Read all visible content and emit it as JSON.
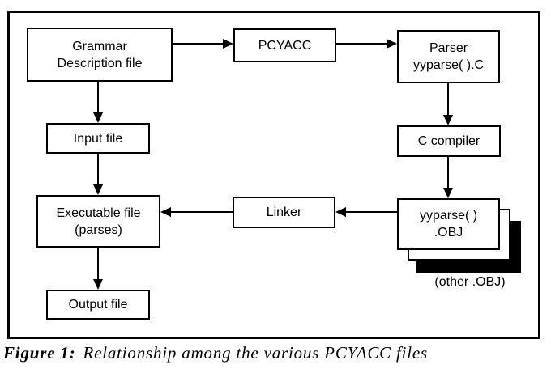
{
  "figure": {
    "caption_label": "Figure 1:",
    "caption_text": "Relationship among the various PCYACC files"
  },
  "diagram": {
    "nodes": {
      "grammar": {
        "lines": [
          "Grammar",
          "Description file"
        ]
      },
      "pcyacc": {
        "lines": [
          "PCYACC"
        ]
      },
      "parser": {
        "lines": [
          "Parser",
          "yyparse( ).C"
        ]
      },
      "input": {
        "lines": [
          "Input file"
        ]
      },
      "c_compiler": {
        "lines": [
          "C compiler"
        ]
      },
      "linker": {
        "lines": [
          "Linker"
        ]
      },
      "executable": {
        "lines": [
          "Executable file",
          "(parses)"
        ]
      },
      "obj": {
        "lines": [
          "yyparse( )",
          ".OBJ"
        ]
      },
      "output": {
        "lines": [
          "Output file"
        ]
      },
      "other_obj_label": "(other .OBJ)"
    },
    "edges": [
      {
        "from": "grammar",
        "to": "pcyacc"
      },
      {
        "from": "pcyacc",
        "to": "parser"
      },
      {
        "from": "grammar",
        "to": "input"
      },
      {
        "from": "input",
        "to": "executable"
      },
      {
        "from": "parser",
        "to": "c_compiler"
      },
      {
        "from": "c_compiler",
        "to": "obj"
      },
      {
        "from": "obj",
        "to": "linker"
      },
      {
        "from": "linker",
        "to": "executable"
      },
      {
        "from": "executable",
        "to": "output"
      }
    ],
    "colors": {
      "ink": "#000000",
      "paper": "#ffffff"
    }
  }
}
